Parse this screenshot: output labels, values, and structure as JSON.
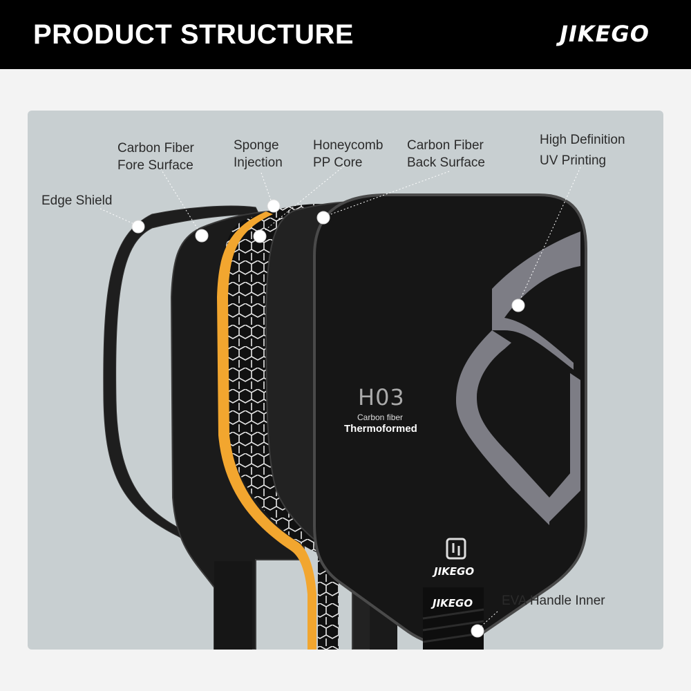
{
  "header": {
    "title": "PRODUCT STRUCTURE",
    "brand": "JIKEGO"
  },
  "labels": {
    "edge_shield": [
      "Edge Shield"
    ],
    "carbon_fore": [
      "Carbon Fiber",
      "Fore Surface"
    ],
    "sponge": [
      "Sponge",
      "Injection"
    ],
    "honeycomb": [
      "Honeycomb",
      "PP Core"
    ],
    "carbon_back": [
      "Carbon Fiber",
      "Back Surface"
    ],
    "uv_printing": [
      "High Definition",
      "UV Printing"
    ],
    "eva_handle": [
      "EVA Handle Inner"
    ]
  },
  "paddle": {
    "model": "H03",
    "material": "Carbon fiber",
    "process": "Thermoformed",
    "face_brand": "JIKEGO",
    "grip_brand": "JIKEGO"
  },
  "colors": {
    "panel": "#c8cfd1",
    "sponge": "#f2a62f",
    "graphic": "#7d7d85"
  }
}
